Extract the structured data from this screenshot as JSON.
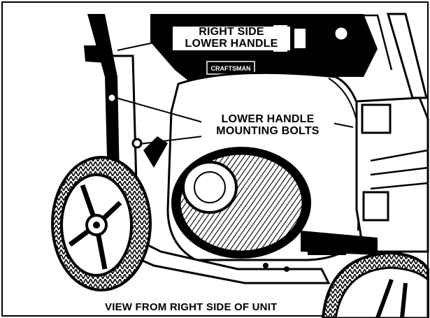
{
  "labels": {
    "right_side_lower_handle": [
      "RIGHT SIDE",
      "LOWER HANDLE"
    ],
    "lower_handle_mounting_bolts": [
      "LOWER HANDLE",
      "MOUNTING BOLTS"
    ]
  },
  "engine_brand": "CRAFTSMAN",
  "caption": "VIEW FROM RIGHT SIDE OF UNIT",
  "colors": {
    "ink": "#000000",
    "paper": "#ffffff"
  }
}
